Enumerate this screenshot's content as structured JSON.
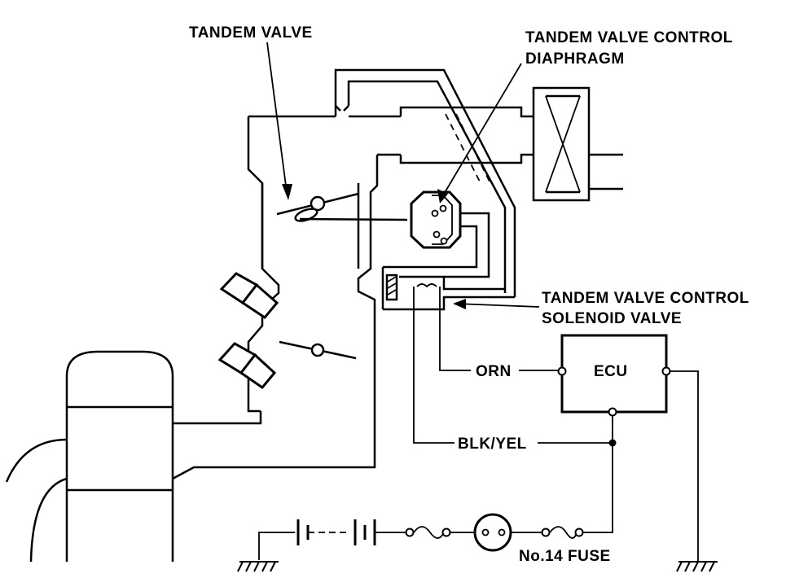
{
  "labels": {
    "tandem_valve": "TANDEM VALVE",
    "diaphragm_line1": "TANDEM VALVE CONTROL",
    "diaphragm_line2": "DIAPHRAGM",
    "solenoid_line1": "TANDEM VALVE CONTROL",
    "solenoid_line2": "SOLENOID VALVE",
    "ecu": "ECU",
    "wire_orn": "ORN",
    "wire_blk_yel": "BLK/YEL",
    "fuse": "No.14 FUSE"
  },
  "colors": {
    "ink": "#000000",
    "paper": "#ffffff"
  }
}
